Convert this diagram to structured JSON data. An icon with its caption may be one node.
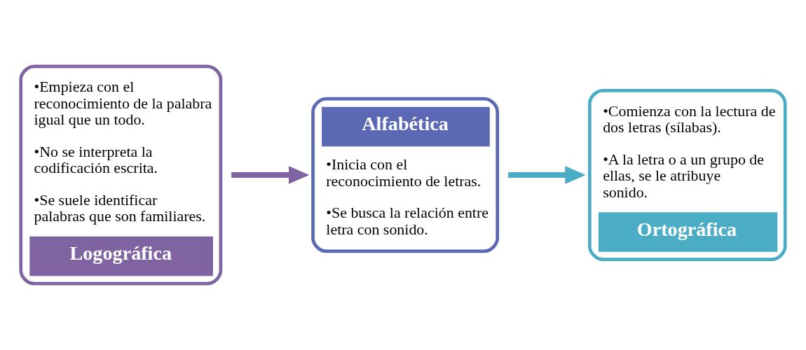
{
  "diagram": {
    "nodes": [
      {
        "text": [
          "•Empieza con el reconocimiento de la palabra igual que un todo.",
          "•No se interpreta la codificación escrita.",
          "•Se suele identificar palabras que son familiares.",
          "Logográfica"
        ]
      },
      {
        "text": [
          "Alfabética",
          "•Inicia con el reconocimiento de letras.",
          "•Se busca la relación entre letra con sonido."
        ]
      },
      {
        "text": [
          "•Comienza con la lectura de dos letras (sílabas).",
          "•A la letra o a un grupo de ellas, se le atribuye sonido.",
          "Ortográfica"
        ]
      }
    ],
    "edges": [
      {
        "from": 0,
        "to": 1,
        "arrow": "to",
        "color": "#8064a2"
      },
      {
        "from": 1,
        "to": 2,
        "arrow": "to",
        "color": "#4bacc6"
      }
    ]
  }
}
